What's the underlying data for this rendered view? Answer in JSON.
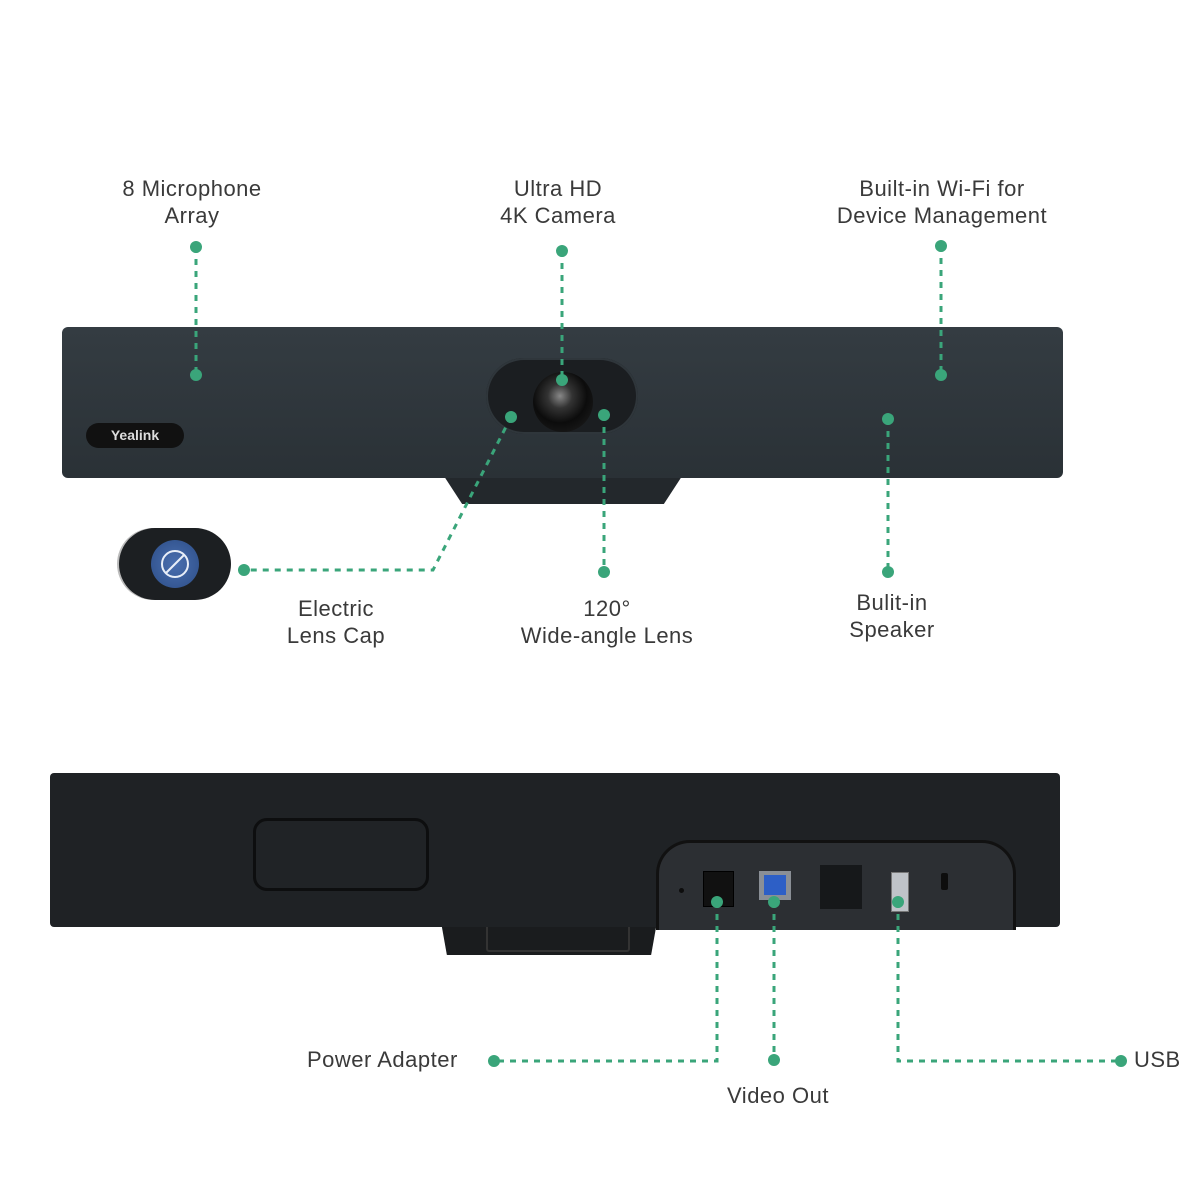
{
  "brand": "Yealink",
  "colors": {
    "accent": "#3aa57a",
    "device_front": "#2d343a",
    "device_back": "#1f2225",
    "text": "#3a3a3a"
  },
  "front_labels": {
    "microphone": [
      "8 Microphone",
      "Array"
    ],
    "camera": [
      "Ultra HD",
      "4K Camera"
    ],
    "wifi": [
      "Built-in Wi-Fi for",
      "Device Management"
    ],
    "lens_cap": [
      "Electric",
      "Lens Cap"
    ],
    "wide_angle": [
      "120°",
      "Wide-angle Lens"
    ],
    "speaker": [
      "Bulit-in",
      "Speaker"
    ]
  },
  "back_labels": {
    "power": "Power Adapter",
    "video": "Video Out",
    "usb": "USB"
  }
}
